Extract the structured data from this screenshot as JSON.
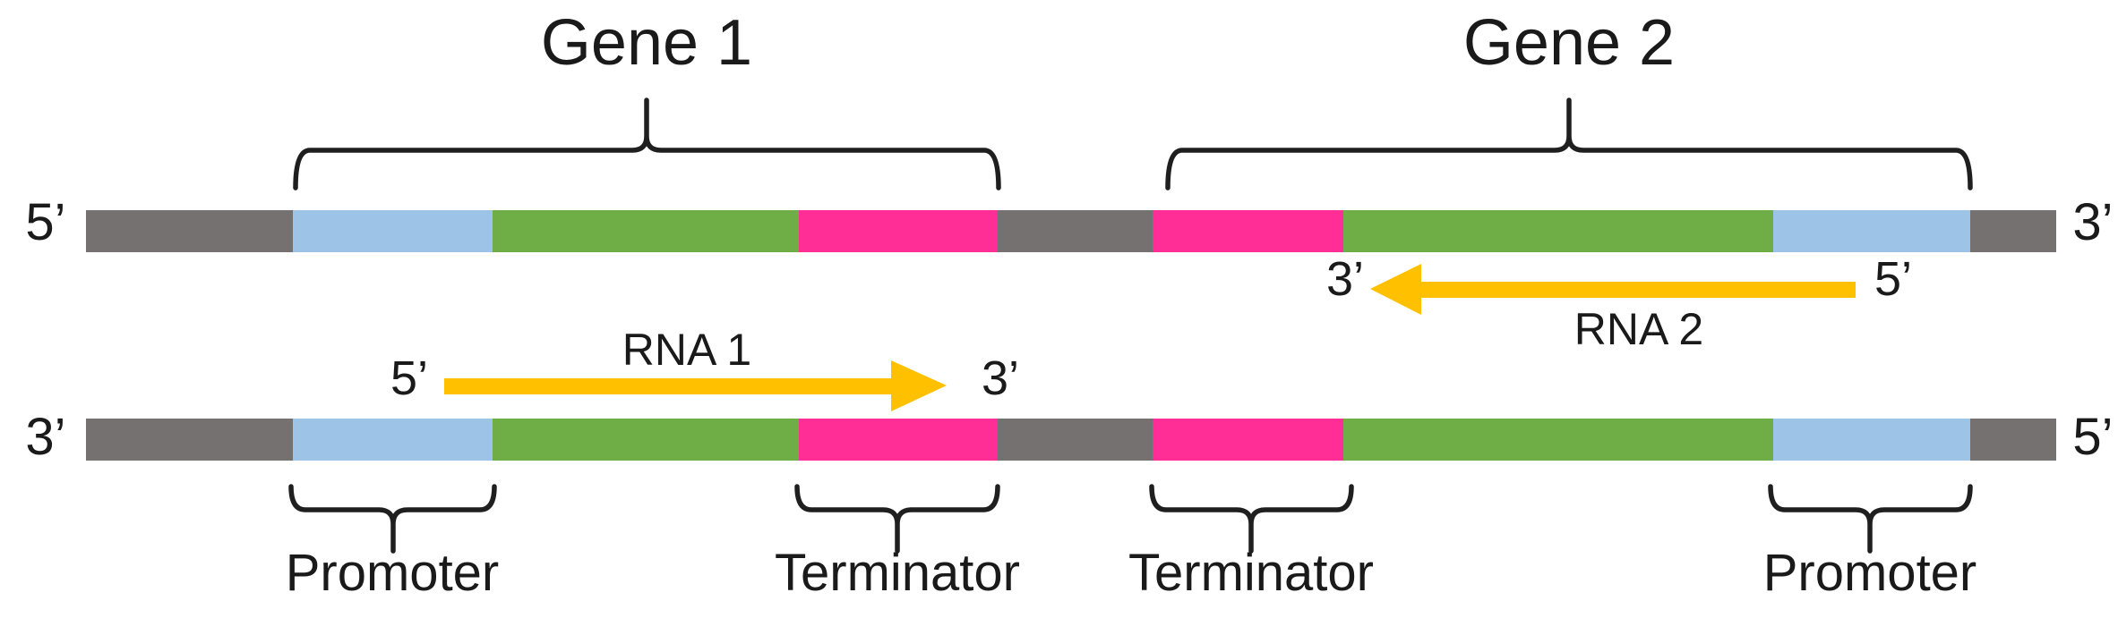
{
  "genes": [
    {
      "label": "Gene 1"
    },
    {
      "label": "Gene 2"
    }
  ],
  "strand_top": {
    "left_end": "5’",
    "right_end": "3’"
  },
  "strand_bottom": {
    "left_end": "3’",
    "right_end": "5’"
  },
  "rna1": {
    "label": "RNA 1",
    "start_end": "5’",
    "stop_end": "3’",
    "direction": "right"
  },
  "rna2": {
    "label": "RNA 2",
    "start_end": "5’",
    "stop_end": "3’",
    "direction": "left"
  },
  "regions": [
    {
      "label": "Promoter"
    },
    {
      "label": "Terminator"
    },
    {
      "label": "Terminator"
    },
    {
      "label": "Promoter"
    }
  ],
  "colors": {
    "backbone_gray": "#767171",
    "promoter_blue": "#9DC3E6",
    "coding_green": "#6FAD47",
    "terminator_magenta": "#FF2D96",
    "rna_yellow": "#FFC000"
  },
  "segments": {
    "widths": [
      231,
      223,
      342,
      222,
      173,
      213,
      480,
      220,
      96
    ],
    "roles": [
      "spacer",
      "promoter",
      "coding",
      "terminator",
      "spacer",
      "terminator",
      "coding",
      "promoter",
      "spacer"
    ]
  }
}
